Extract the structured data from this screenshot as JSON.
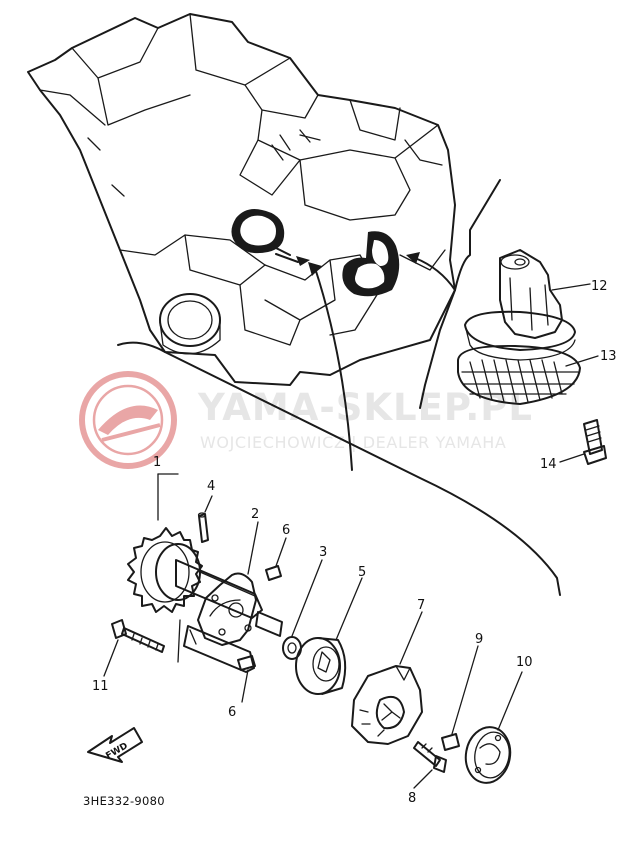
{
  "watermark": {
    "title": "YAMA-SKLEP.PL",
    "subtitle": "WOJCIECHOWICZ | DEALER YAMAHA",
    "logo_color": "#e9a6a6",
    "text_color": "#e6e6e6"
  },
  "callouts": [
    "1",
    "2",
    "3",
    "4",
    "5",
    "6",
    "6",
    "7",
    "8",
    "9",
    "10",
    "11",
    "12",
    "13",
    "14"
  ],
  "fwd_badge": "FWD",
  "diagram_code": "3HE332-9080"
}
